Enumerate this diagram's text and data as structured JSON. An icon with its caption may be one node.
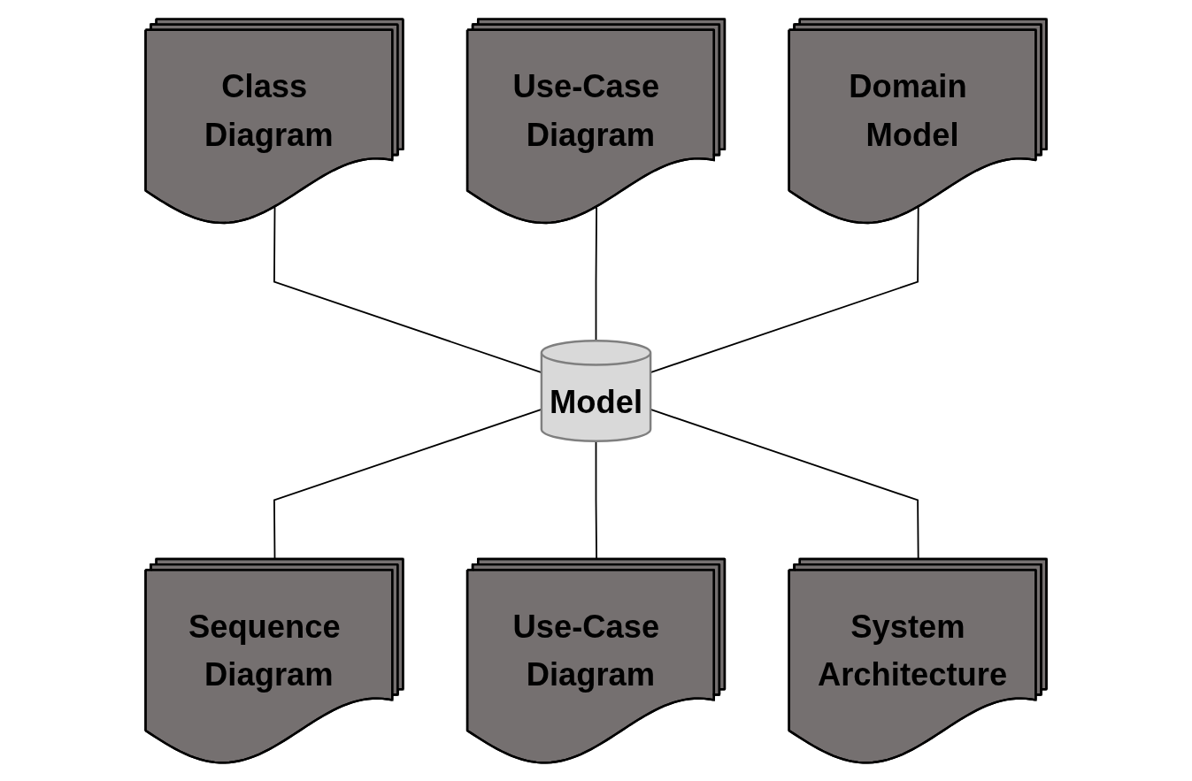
{
  "diagram": {
    "nodes": [
      {
        "text": [
          "Class Diagram"
        ]
      },
      {
        "text": [
          "Use-Case Diagram"
        ]
      },
      {
        "text": [
          "Domain Model"
        ]
      },
      {
        "text": [
          "Model"
        ]
      },
      {
        "text": [
          "Sequence Diagram"
        ]
      },
      {
        "text": [
          "Use-Case Diagram"
        ]
      },
      {
        "text": [
          "System Architecture"
        ]
      }
    ],
    "edges": [
      {
        "from": 0,
        "to": 3,
        "arrow": "none"
      },
      {
        "from": 1,
        "to": 3,
        "arrow": "none"
      },
      {
        "from": 2,
        "to": 3,
        "arrow": "none"
      },
      {
        "from": 3,
        "to": 4,
        "arrow": "none"
      },
      {
        "from": 3,
        "to": 5,
        "arrow": "none"
      },
      {
        "from": 3,
        "to": 6,
        "arrow": "none"
      }
    ]
  }
}
